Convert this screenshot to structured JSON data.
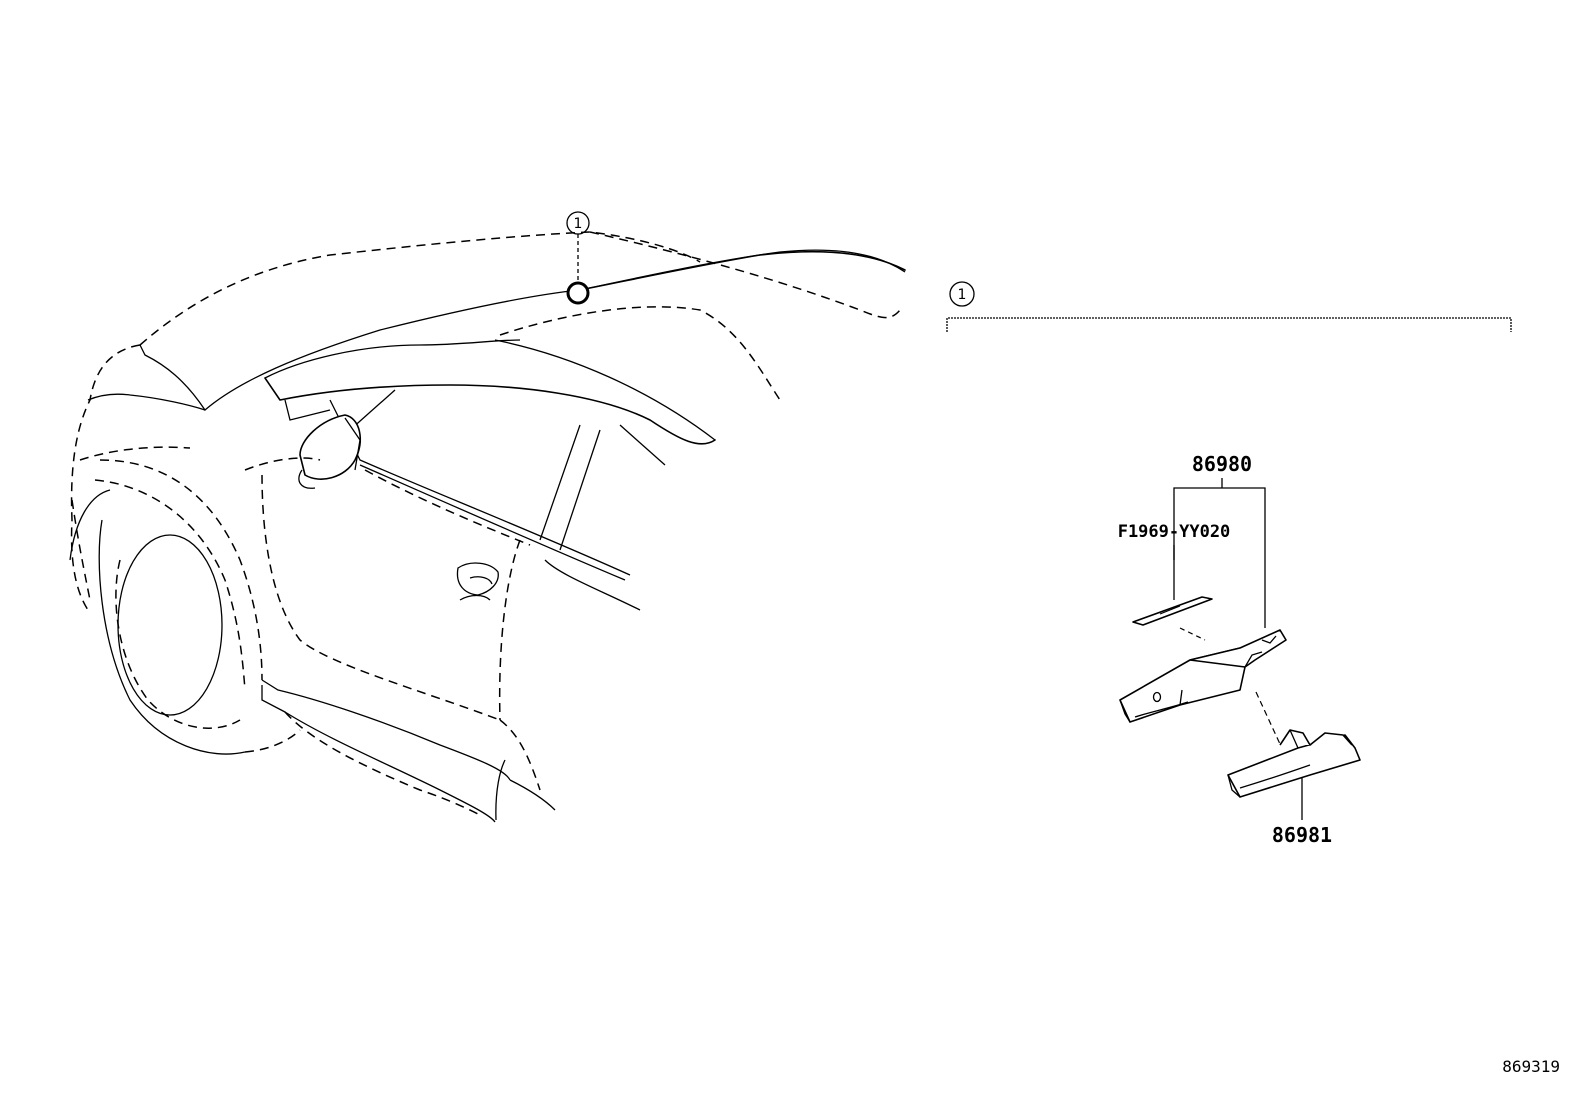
{
  "callouts": {
    "vehicle_marker": "1",
    "detail_marker": "1"
  },
  "parts": {
    "main_part": "86980",
    "sub_part": "F1969-YY020",
    "bracket_part": "86981"
  },
  "drawing_number": "869319"
}
